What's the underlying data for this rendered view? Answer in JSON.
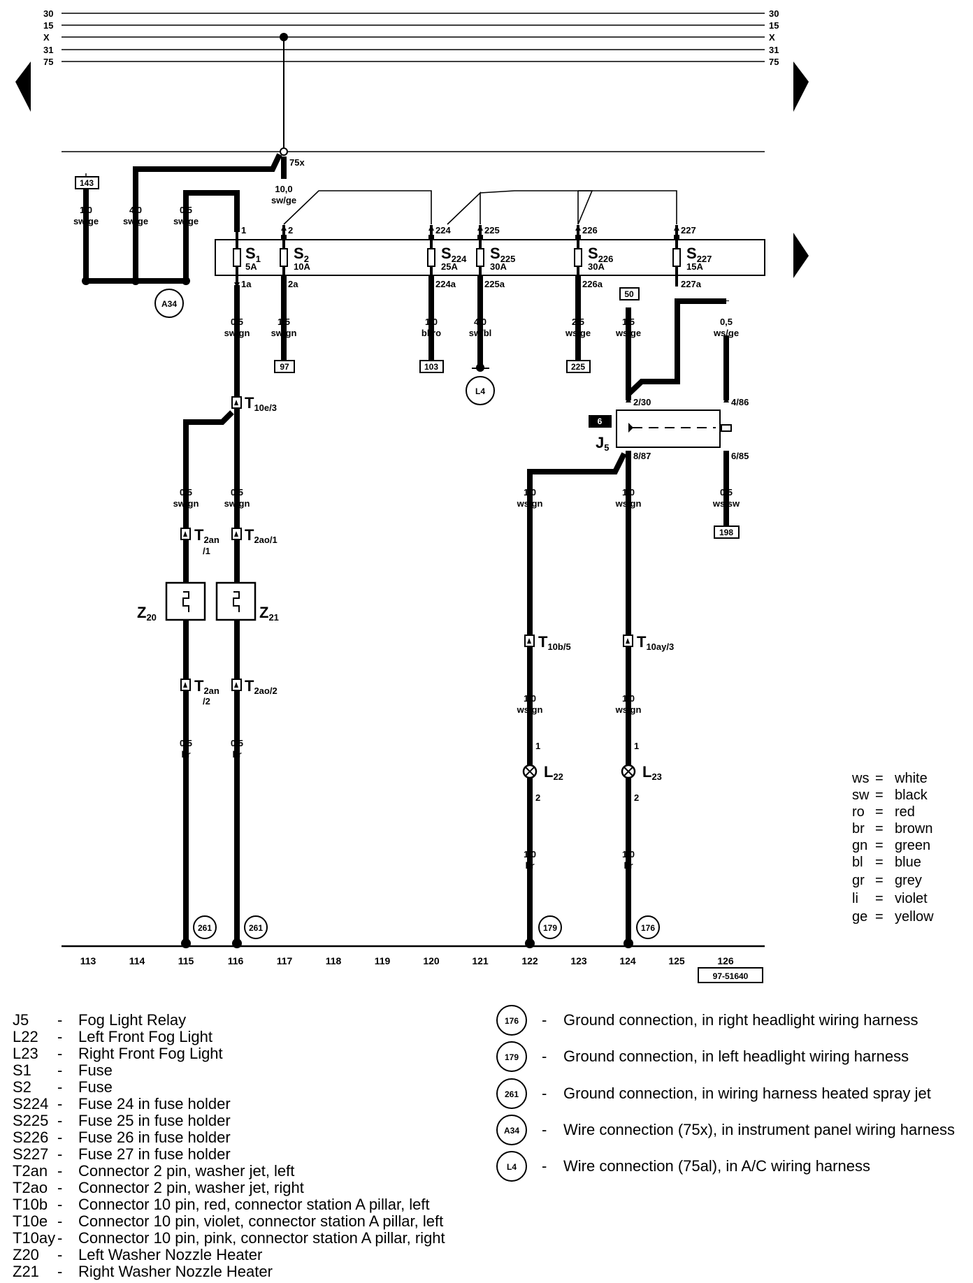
{
  "diagram_id": "97-51640",
  "rails": {
    "left_labels": [
      "30",
      "15",
      "X",
      "31",
      "75"
    ],
    "right_labels": [
      "30",
      "15",
      "X",
      "31",
      "75"
    ],
    "bus_label": "75x"
  },
  "fuses": [
    {
      "id": "S1",
      "name": "S",
      "sub": "1",
      "rating": "5A",
      "top_pin": "1",
      "bottom_pin": "1a"
    },
    {
      "id": "S2",
      "name": "S",
      "sub": "2",
      "rating": "10A",
      "top_pin": "2",
      "bottom_pin": "2a"
    },
    {
      "id": "S224",
      "name": "S",
      "sub": "224",
      "rating": "25A",
      "top_pin": "224",
      "bottom_pin": "224a"
    },
    {
      "id": "S225",
      "name": "S",
      "sub": "225",
      "rating": "30A",
      "top_pin": "225",
      "bottom_pin": "225a"
    },
    {
      "id": "S226",
      "name": "S",
      "sub": "226",
      "rating": "30A",
      "top_pin": "226",
      "bottom_pin": "226a"
    },
    {
      "id": "S227",
      "name": "S",
      "sub": "227",
      "rating": "15A",
      "top_pin": "227",
      "bottom_pin": "227a"
    }
  ],
  "wire_labels": {
    "w143": [
      "1,0",
      "sw/ge"
    ],
    "w4sw": [
      "4,0",
      "sw/ge"
    ],
    "w05a": [
      "0,5",
      "sw/ge"
    ],
    "w10": [
      "10,0",
      "sw/ge"
    ],
    "s1out": [
      "0,5",
      "sw/gn"
    ],
    "s2out": [
      "1,5",
      "sw/gn"
    ],
    "s224o": [
      "1,0",
      "bl/ro"
    ],
    "s225o": [
      "4,0",
      "sw/bl"
    ],
    "s226o": [
      "2,5",
      "ws/ge"
    ],
    "j50": [
      "1,5",
      "ws/ge"
    ],
    "j86": [
      "0,5",
      "ws/ge"
    ],
    "z20a": [
      "0,5",
      "sw/gn"
    ],
    "z21a": [
      "0,5",
      "sw/gn"
    ],
    "j87a": [
      "1,0",
      "ws/gn"
    ],
    "j87b": [
      "1,0",
      "ws/gn"
    ],
    "j85": [
      "0,5",
      "ws/sw"
    ],
    "l22a": [
      "1,0",
      "ws/gn"
    ],
    "l23a": [
      "1,0",
      "ws/gn"
    ],
    "z20b": [
      "0,5",
      "br"
    ],
    "z21b": [
      "0,5",
      "br"
    ],
    "l22b": [
      "1,0",
      "br"
    ],
    "l23b": [
      "1,0",
      "br"
    ]
  },
  "ref_boxes": {
    "r143": "143",
    "r97": "97",
    "r103": "103",
    "r225": "225",
    "r50": "50",
    "r198": "198",
    "r6": "6"
  },
  "connectors": {
    "t10e": {
      "name": "T",
      "sub": "10e/3"
    },
    "t2an1": {
      "name": "T",
      "sub": "2an",
      "sub2": "/1"
    },
    "t2ao1": {
      "name": "T",
      "sub": "2ao/1"
    },
    "t2an2": {
      "name": "T",
      "sub": "2an",
      "sub2": "/2"
    },
    "t2ao2": {
      "name": "T",
      "sub": "2ao/2"
    },
    "t10b": {
      "name": "T",
      "sub": "10b/5"
    },
    "t10ay": {
      "name": "T",
      "sub": "10ay/3"
    }
  },
  "components": {
    "z20": {
      "name": "Z",
      "sub": "20"
    },
    "z21": {
      "name": "Z",
      "sub": "21"
    },
    "j5": {
      "name": "J",
      "sub": "5"
    },
    "l22": {
      "name": "L",
      "sub": "22"
    },
    "l23": {
      "name": "L",
      "sub": "23"
    }
  },
  "relay_pins": {
    "p30": "2/30",
    "p86": "4/86",
    "p87": "8/87",
    "p85": "6/85"
  },
  "lamp_pins": {
    "top": "1",
    "bottom": "2"
  },
  "circles": {
    "a34": "A34",
    "l4": "L4",
    "g261a": "261",
    "g261b": "261",
    "g179": "179",
    "g176": "176"
  },
  "tracks": [
    "113",
    "114",
    "115",
    "116",
    "117",
    "118",
    "119",
    "120",
    "121",
    "122",
    "123",
    "124",
    "125",
    "126"
  ],
  "color_key": [
    {
      "code": "ws",
      "eq": "=",
      "color": "white"
    },
    {
      "code": "sw",
      "eq": "=",
      "color": "black"
    },
    {
      "code": "ro",
      "eq": "=",
      "color": "red"
    },
    {
      "code": "br",
      "eq": "=",
      "color": "brown"
    },
    {
      "code": "gn",
      "eq": "=",
      "color": "green"
    },
    {
      "code": "bl",
      "eq": "=",
      "color": "blue"
    },
    {
      "code": "gr",
      "eq": "=",
      "color": "grey"
    },
    {
      "code": "li",
      "eq": "=",
      "color": "violet"
    },
    {
      "code": "ge",
      "eq": "=",
      "color": "yellow"
    }
  ],
  "legend": [
    {
      "code": "J5",
      "desc": "Fog Light Relay"
    },
    {
      "code": "L22",
      "desc": "Left Front Fog Light"
    },
    {
      "code": "L23",
      "desc": "Right Front Fog Light"
    },
    {
      "code": "S1",
      "desc": "Fuse"
    },
    {
      "code": "S2",
      "desc": "Fuse"
    },
    {
      "code": "S224",
      "desc": "Fuse 24 in fuse holder"
    },
    {
      "code": "S225",
      "desc": "Fuse 25 in fuse holder"
    },
    {
      "code": "S226",
      "desc": "Fuse 26 in fuse holder"
    },
    {
      "code": "S227",
      "desc": "Fuse 27 in fuse holder"
    },
    {
      "code": "T2an",
      "desc": "Connector 2 pin, washer jet, left"
    },
    {
      "code": "T2ao",
      "desc": "Connector 2 pin, washer jet, right"
    },
    {
      "code": "T10b",
      "desc": "Connector 10 pin, red, connector station A pillar, left"
    },
    {
      "code": "T10e",
      "desc": "Connector 10 pin, violet, connector station A pillar, left"
    },
    {
      "code": "T10ay",
      "desc": "Connector 10 pin, pink, connector station A pillar, right"
    },
    {
      "code": "Z20",
      "desc": "Left Washer Nozzle Heater"
    },
    {
      "code": "Z21",
      "desc": "Right Washer Nozzle Heater"
    }
  ],
  "ground_legend": [
    {
      "code": "176",
      "desc": "Ground connection, in right headlight wiring harness"
    },
    {
      "code": "179",
      "desc": "Ground connection, in left headlight wiring harness"
    },
    {
      "code": "261",
      "desc": "Ground connection, in wiring harness heated spray jet"
    },
    {
      "code": "A34",
      "desc": "Wire connection (75x), in instrument panel wiring harness"
    },
    {
      "code": "L4",
      "desc": "Wire connection (75al), in A/C wiring harness"
    }
  ],
  "dash": "-"
}
